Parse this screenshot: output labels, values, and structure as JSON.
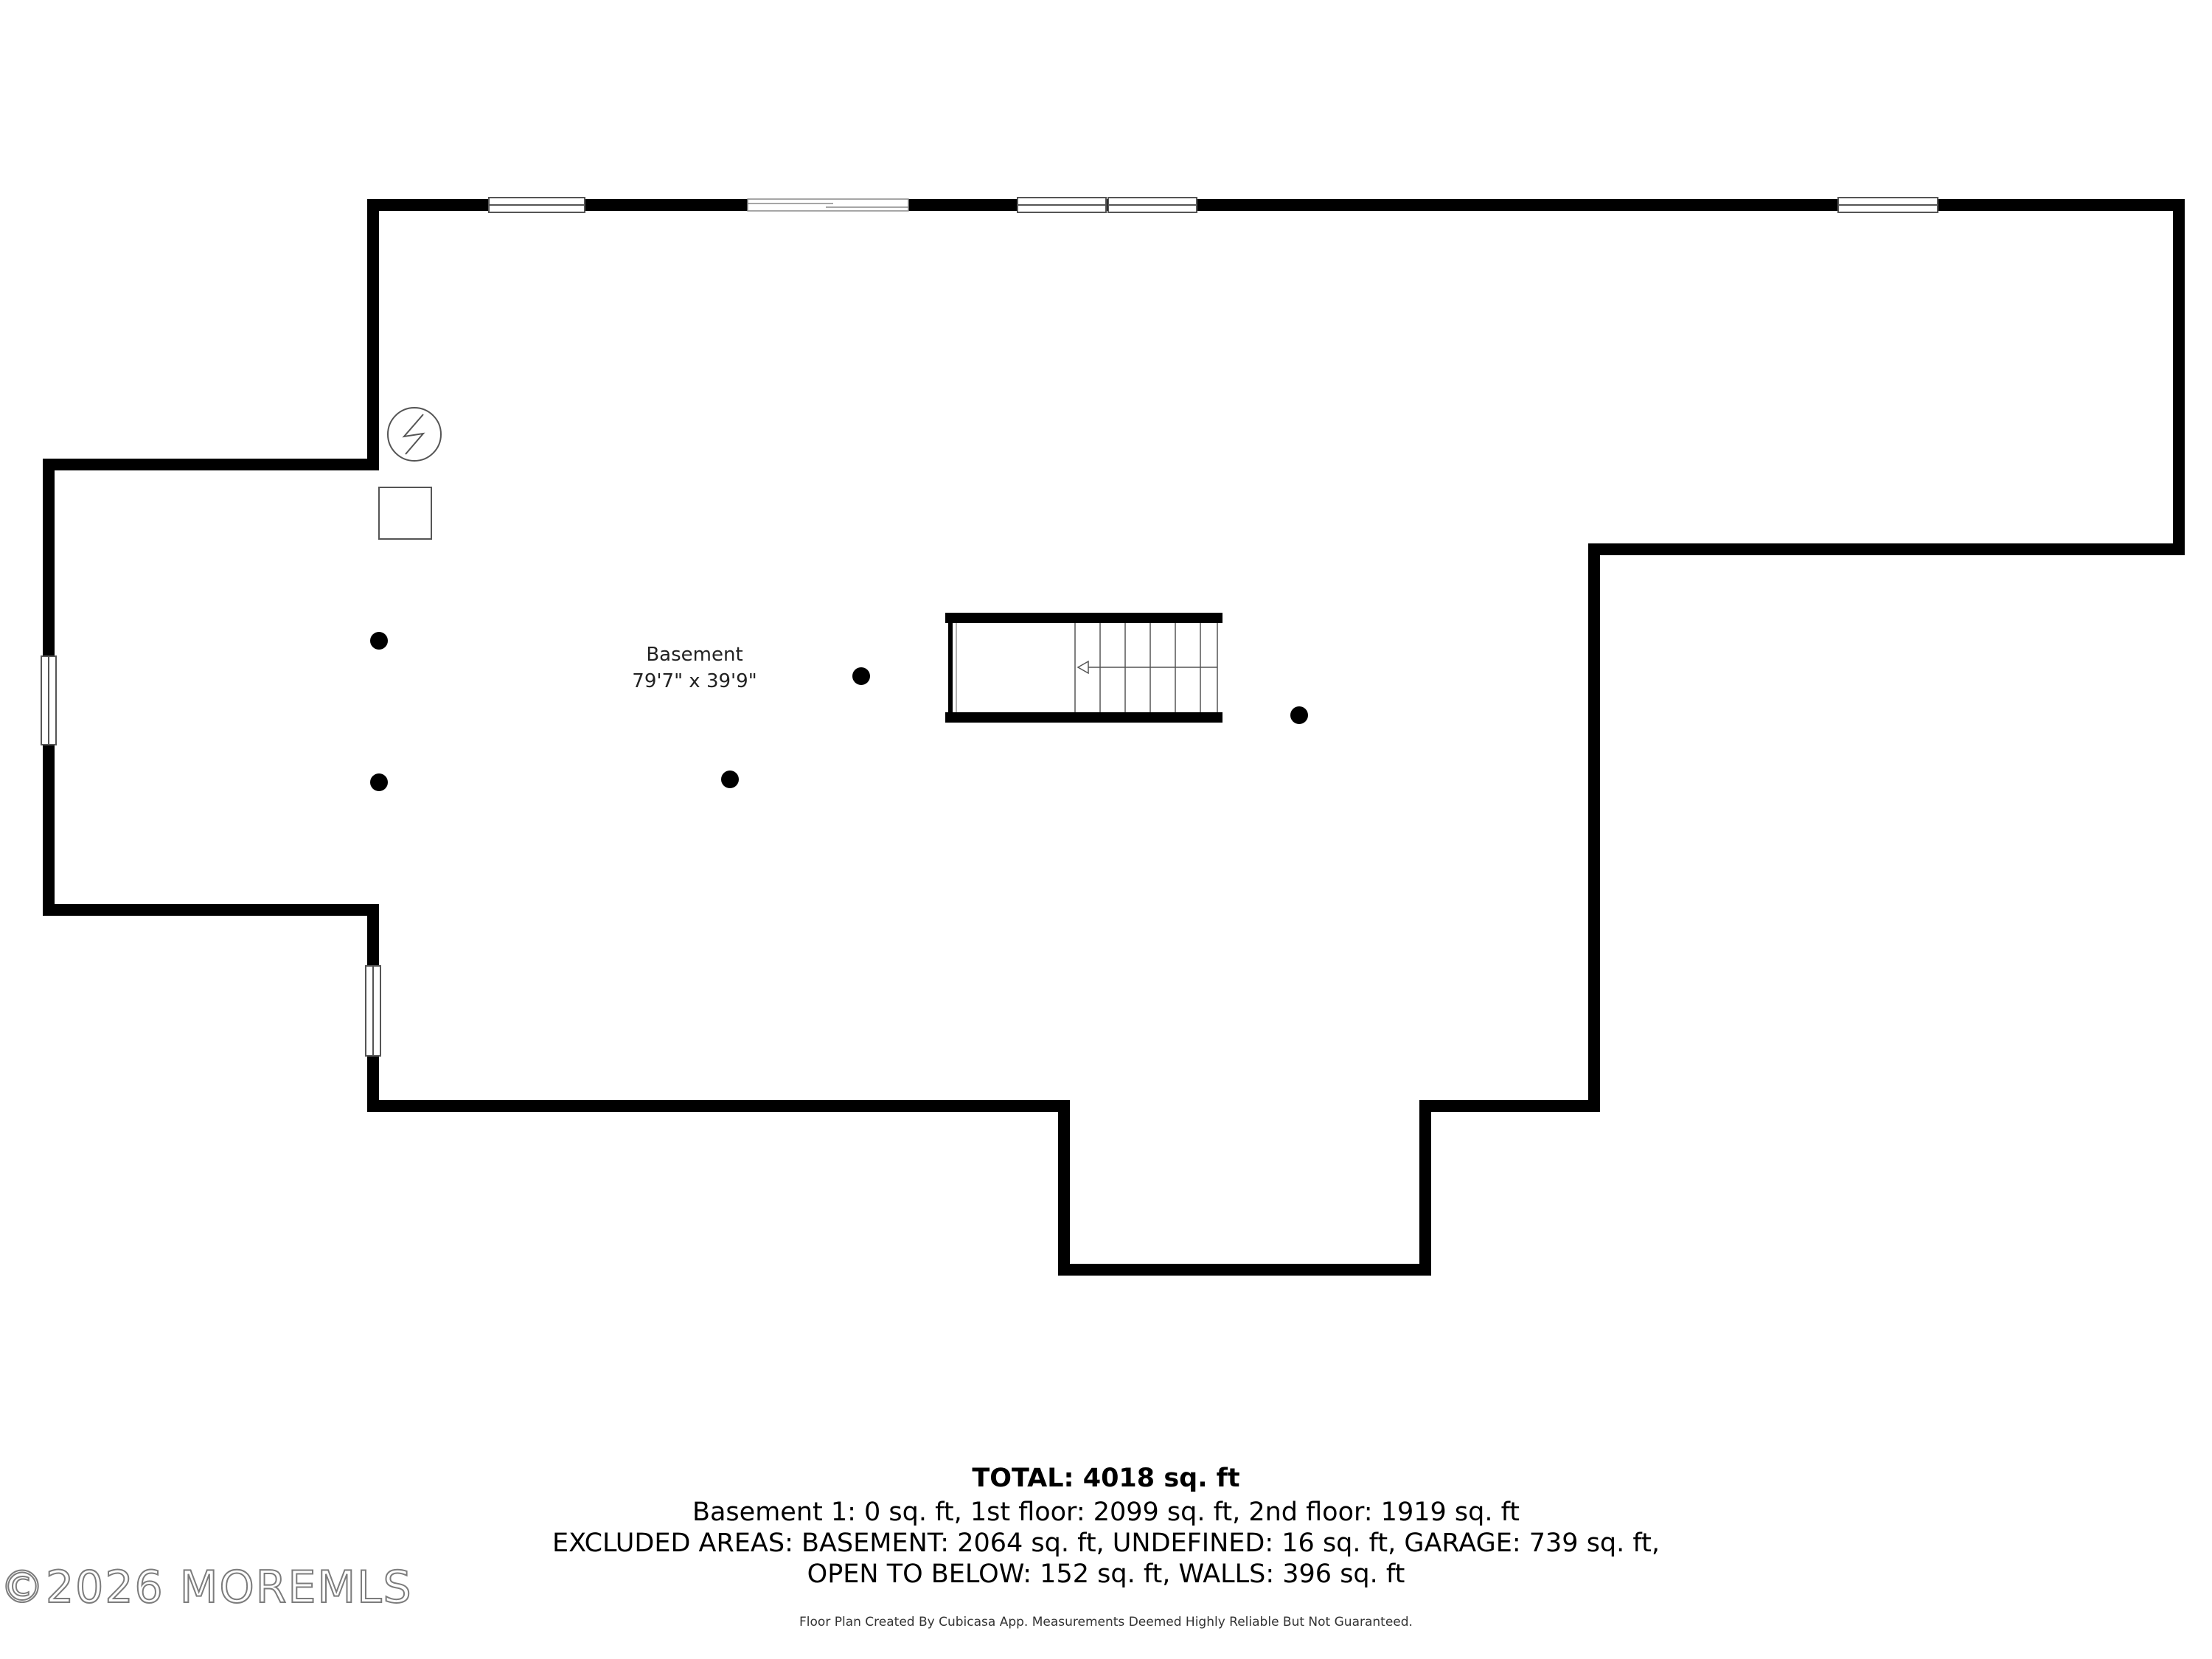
{
  "room": {
    "name": "Basement",
    "dimensions": "79'7\" x 39'9\""
  },
  "summary": {
    "total": "TOTAL: 4018 sq. ft",
    "line1": "Basement 1: 0 sq. ft, 1st floor: 2099 sq. ft, 2nd floor: 1919 sq. ft",
    "line2": "EXCLUDED AREAS: BASEMENT: 2064 sq. ft, UNDEFINED: 16 sq. ft, GARAGE: 739 sq. ft,",
    "line3": "OPEN TO BELOW: 152 sq. ft, WALLS: 396 sq. ft",
    "disclaimer": "Floor Plan Created By Cubicasa App. Measurements Deemed Highly Reliable But Not Guaranteed."
  },
  "watermark": "©2026 MOREMLS",
  "icons": {
    "electrical_panel": "electrical-panel-icon",
    "appliance": "appliance-box-icon",
    "column": "support-column-icon",
    "stairs": "stairs-icon",
    "window": "window-icon"
  },
  "colors": {
    "wall": "#000000",
    "background": "#ffffff"
  }
}
